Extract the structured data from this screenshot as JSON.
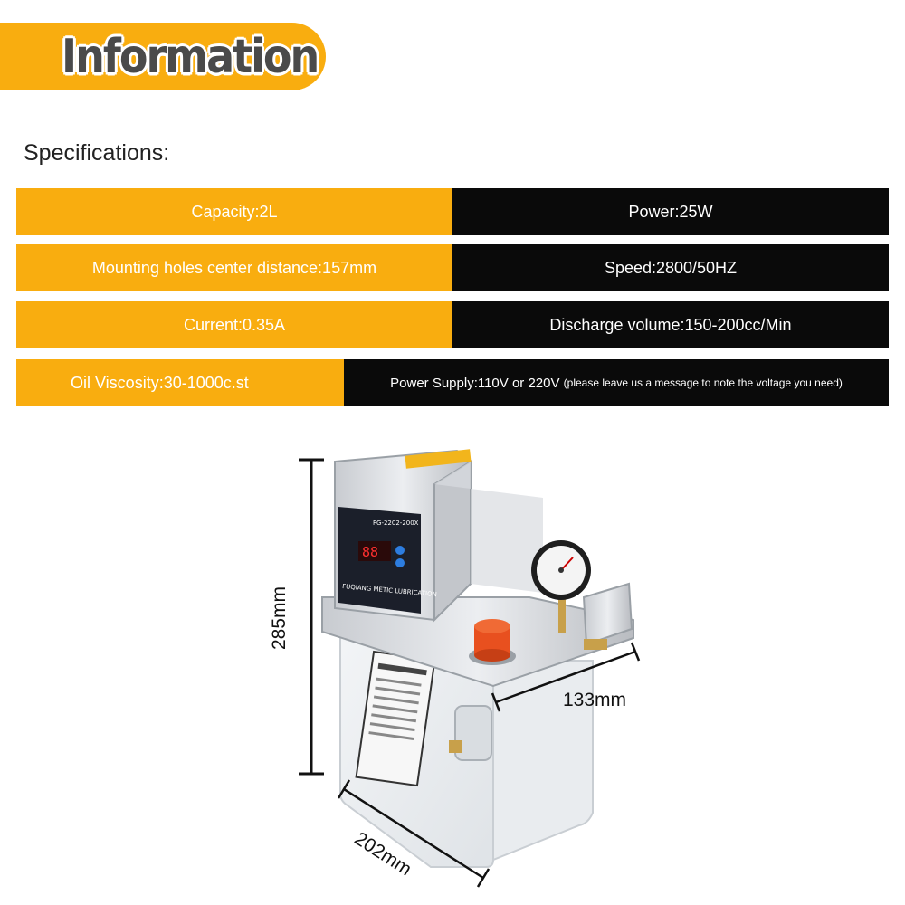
{
  "header": {
    "title": "Information"
  },
  "specs": {
    "heading": "Specifications:",
    "rows": [
      {
        "left": "Capacity:2L",
        "right": "Power:25W"
      },
      {
        "left": "Mounting holes center distance:157mm",
        "right": "Speed:2800/50HZ"
      },
      {
        "left": "Current:0.35A",
        "right": "Discharge volume:150-200cc/Min"
      },
      {
        "left": "Oil Viscosity:30-1000c.st",
        "right": "Power Supply:110V  or 220V",
        "right_note": "(please leave us a message  to note the voltage you need)"
      }
    ]
  },
  "product": {
    "model": "FG-2202-200X",
    "maker": "FUQIANG METIC LUBRICATION",
    "dimensions": {
      "height": "285mm",
      "depth": "133mm",
      "width": "202mm"
    }
  },
  "colors": {
    "accent": "#f9ad0f",
    "dark": "#0a0a0a"
  }
}
